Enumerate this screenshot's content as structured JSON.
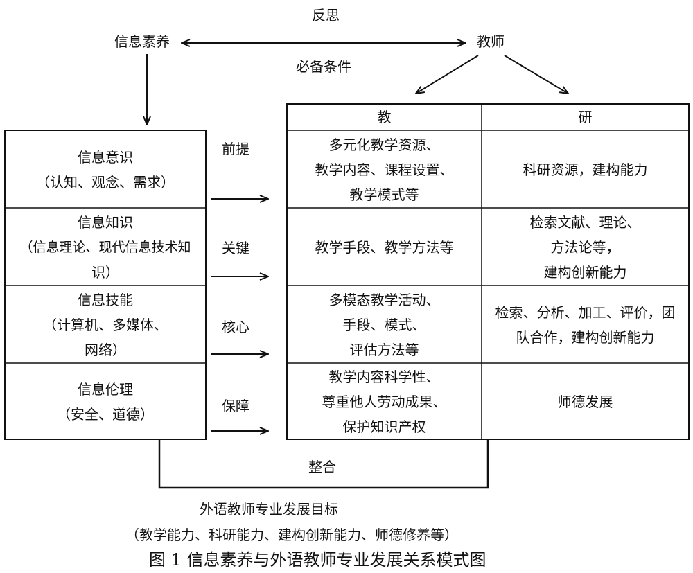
{
  "top": {
    "reflect": "反思",
    "info_literacy": "信息素养",
    "teacher": "教师",
    "prerequisite": "必备条件"
  },
  "table": {
    "col_teach": "教",
    "col_research": "研",
    "rows": [
      {
        "left": [
          "信息意识",
          "（认知、观念、需求）"
        ],
        "arrow_label": "前提",
        "teach": [
          "多元化教学资源、",
          "教学内容、课程设置、",
          "教学模式等"
        ],
        "research": [
          "科研资源，建构能力"
        ]
      },
      {
        "left": [
          "信息知识",
          "（信息理论、现代信息技术知",
          "识）"
        ],
        "arrow_label": "关键",
        "teach": [
          "教学手段、教学方法等"
        ],
        "research": [
          "检索文献、理论、",
          "方法论等，",
          "建构创新能力"
        ]
      },
      {
        "left": [
          "信息技能",
          "（计算机、多媒体、",
          "网络）"
        ],
        "arrow_label": "核心",
        "teach": [
          "多模态教学活动、",
          "手段、模式、",
          "评估方法等"
        ],
        "research": [
          "检索、分析、加工、评价，团",
          "队合作，建构创新能力"
        ]
      },
      {
        "left": [
          "信息伦理",
          "（安全、道德）"
        ],
        "arrow_label": "保障",
        "teach": [
          "教学内容科学性、",
          "尊重他人劳动成果、",
          "保护知识产权"
        ],
        "research": [
          "师德发展"
        ]
      }
    ]
  },
  "bottom": {
    "integrate": "整合",
    "goal": "外语教师专业发展目标",
    "goal_detail": "（教学能力、科研能力、建构创新能力、师德修养等）",
    "caption": "图 1  信息素养与外语教师专业发展关系模式图"
  }
}
